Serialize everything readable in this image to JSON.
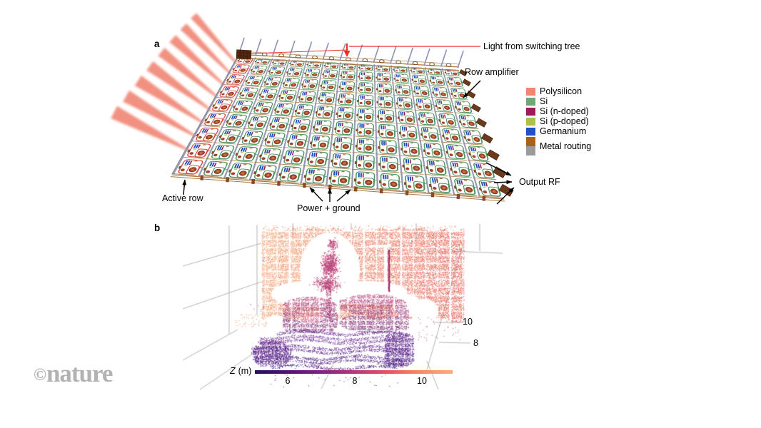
{
  "panel_a": {
    "label": "a",
    "annotations": {
      "light": "Light from switching tree",
      "row_amplifier": "Row amplifier",
      "output_rf": "Output RF",
      "active_row": "Active row",
      "power_ground": "Power + ground"
    },
    "legend": {
      "items": [
        {
          "label": "Polysilicon",
          "color": "#F08672"
        },
        {
          "label": "Si",
          "color": "#6FA877"
        },
        {
          "label": "Si (n-doped)",
          "color": "#9D1A5B"
        },
        {
          "label": "Si (p-doped)",
          "color": "#AFBF4C"
        },
        {
          "label": "Germanium",
          "color": "#1D53C6"
        },
        {
          "label": "Metal routing",
          "colors": [
            "#A9611F",
            "#9B9B9B"
          ]
        }
      ]
    },
    "colors": {
      "loop_green": "#4E9560",
      "loop_red": "#D94A3C",
      "column_gray": "#979AB4",
      "bus_brown": "#A9773E",
      "blob": "#A3442A",
      "blob_dark": "#6F2F16",
      "blob_light": "#C77A44",
      "bar_blue": "#1D4FBE",
      "bar_magenta": "#8C1F4C",
      "bar_green": "#AFBF4C",
      "beam": "#EF7E6B",
      "amp_brown": "#6B3A1C",
      "amp_dark": "#3A1E0A",
      "block_brown": "#53290F",
      "annot_red": "#E63227",
      "edge_gray": "#8A8A98"
    }
  },
  "panel_b": {
    "label": "b",
    "right_ticks": [
      "10",
      "8"
    ],
    "colorbar": {
      "label_var": "Z",
      "label_unit": "(m)",
      "ticks": [
        "6",
        "8",
        "10"
      ],
      "gradient": [
        "#26115C",
        "#51127C",
        "#7E2482",
        "#B63679",
        "#E65164",
        "#FB8861",
        "#FCAC7D"
      ]
    },
    "colors": {
      "wall_left": "#F5A06B",
      "wall_right": "#E8584B",
      "plant_light": "#D4618C",
      "plant_dark": "#A93A73",
      "pole": "#A23566",
      "sofa_top": "#C04C80",
      "sofa_bottom": "#7C2973",
      "floor": [
        "#5E2090",
        "#71269A",
        "#5B1D8D",
        "#471281",
        "#3A0D74"
      ],
      "ottoman": "#41107C",
      "ottoman_light": "#5B1B88",
      "stray_salmon": "#ED8B5F",
      "stray_magenta": "#B0407A",
      "grid": "#ABABAB",
      "background": "#FFFFFF"
    }
  },
  "watermark": {
    "symbol": "©",
    "name": "nature"
  },
  "chart_data": {
    "type": "scatter",
    "subtype": "3d_point_cloud",
    "title": "Lidar point cloud of an indoor scene (panel b)",
    "colorbar": {
      "label": "Z (m)",
      "ticks": [
        6,
        8,
        10
      ],
      "range_estimate": [
        5,
        11
      ]
    },
    "right_axis_ticks": [
      10,
      8
    ],
    "scene_objects": [
      "back wall (Z ~ 10-11 m, orange points with scan grid)",
      "potted plant (magenta scatter)",
      "armchair (Z ~ 8 m, magenta)",
      "sofa (Z ~ 8 m, magenta)",
      "carpet scan rows (Z ~ 6-7 m, purple)",
      "left floor cushion (Z ~ 6 m, dark purple)",
      "right cylindrical ottoman (Z ~ 6 m, dark purple)"
    ],
    "legend_position": "bottom colorbar"
  }
}
